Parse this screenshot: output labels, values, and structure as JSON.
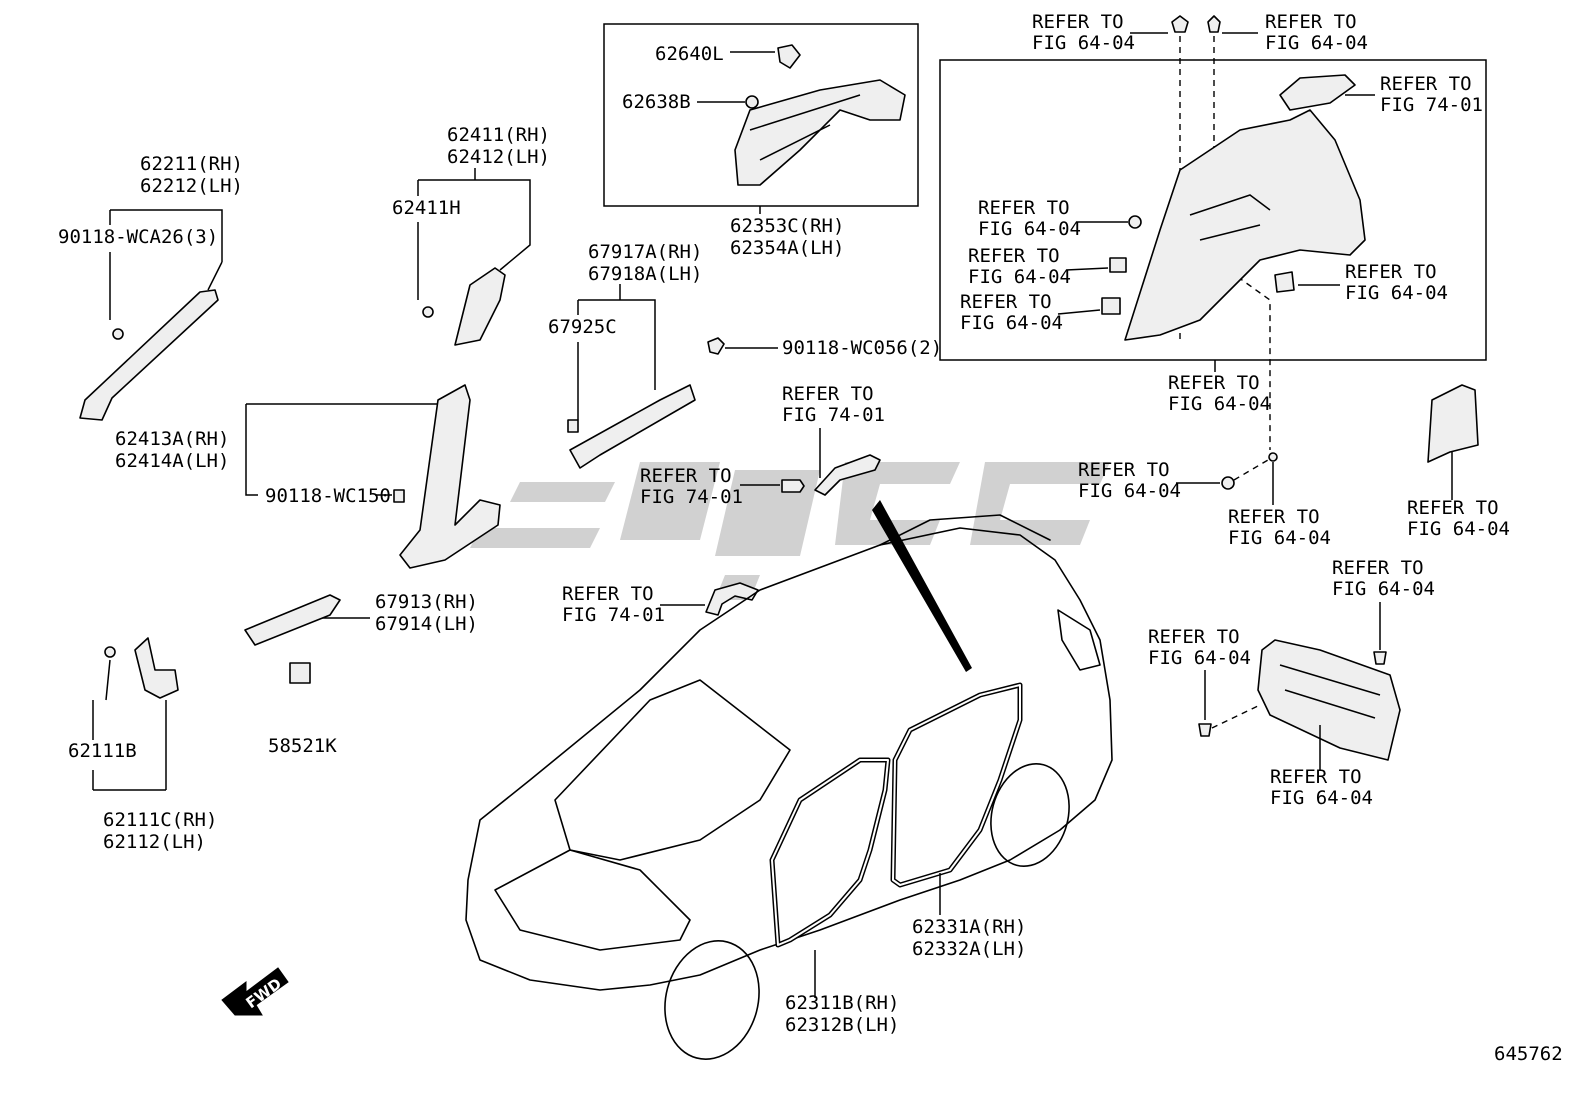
{
  "labels": {
    "p62211_rh": "62211(RH)",
    "p62212_lh": "62212(LH)",
    "p90118_wca26": "90118-WCA26(3)",
    "p62413a_rh": "62413A(RH)",
    "p62414a_lh": "62414A(LH)",
    "p90118_wc150": "90118-WC150",
    "p62411_rh": "62411(RH)",
    "p62412_lh": "62412(LH)",
    "p62411h": "62411H",
    "p62640l": "62640L",
    "p62638b": "62638B",
    "p62353c_rh": "62353C(RH)",
    "p62354a_lh": "62354A(LH)",
    "p67917a_rh": "67917A(RH)",
    "p67918a_lh": "67918A(LH)",
    "p67925c": "67925C",
    "p90118_wc056": "90118-WC056(2)",
    "p67913_rh": "67913(RH)",
    "p67914_lh": "67914(LH)",
    "p58521k": "58521K",
    "p62111b": "62111B",
    "p62111c_rh": "62111C(RH)",
    "p62112_lh": "62112(LH)",
    "p62331a_rh": "62331A(RH)",
    "p62332a_lh": "62332A(LH)",
    "p62311b_rh": "62311B(RH)",
    "p62312b_lh": "62312B(LH)",
    "refer_to": "REFER TO",
    "fig_74_01": "FIG 74-01",
    "fig_64_04": "FIG 64-04",
    "fwd": "FWD",
    "figure_number": "645762"
  },
  "watermark": {
    "color": "#c9c9c9"
  }
}
